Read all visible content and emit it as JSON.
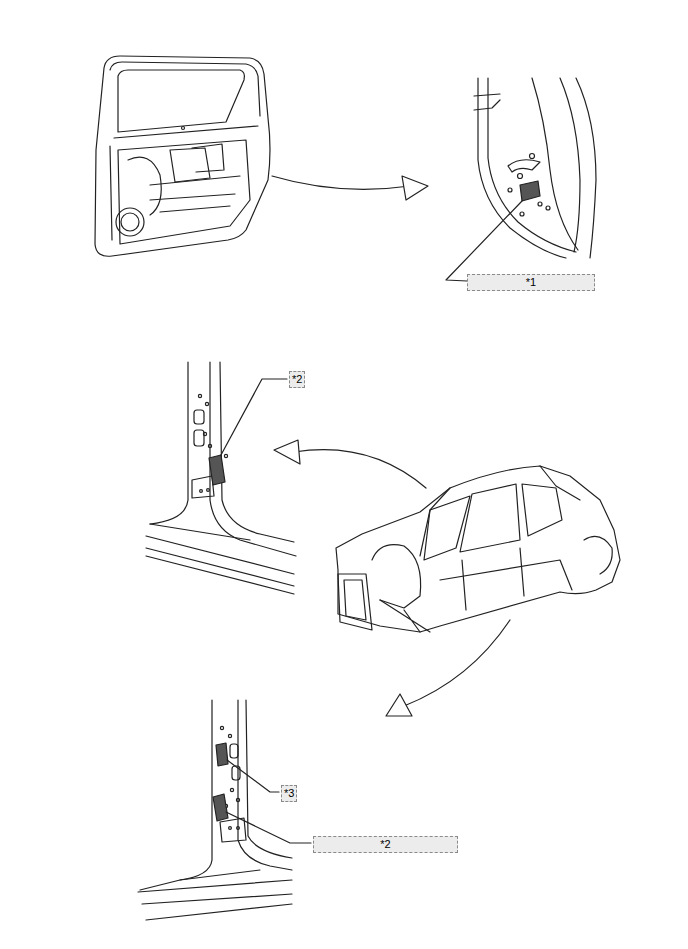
{
  "diagram": {
    "labels": [
      "*1",
      "*2",
      "*3",
      "*2"
    ]
  }
}
